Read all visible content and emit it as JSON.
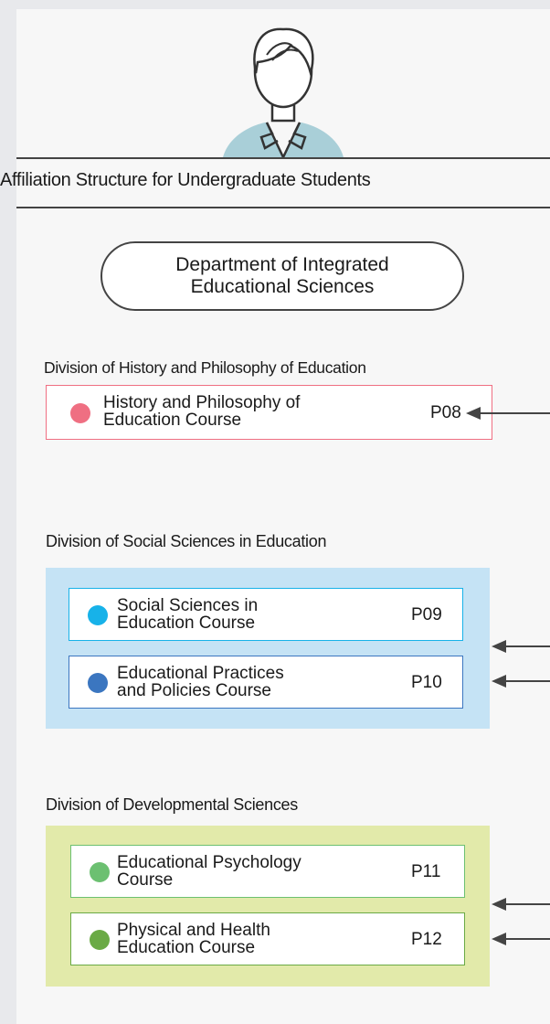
{
  "header": {
    "affiliation_title": "Affiliation Structure for Undergraduate Students"
  },
  "department": {
    "name": "Department of Integrated\nEducational Sciences"
  },
  "divisions": [
    {
      "title": "Division of History and Philosophy of Education",
      "courses": [
        {
          "name": "History and Philosophy of\nEducation Course",
          "page": "P08",
          "color": "#ef6f82"
        }
      ]
    },
    {
      "title": "Division of Social Sciences in Education",
      "background": "#c5e3f5",
      "courses": [
        {
          "name": "Social Sciences in\nEducation Course",
          "page": "P09",
          "color": "#17b2e9"
        },
        {
          "name": "Educational Practices\nand Policies Course",
          "page": "P10",
          "color": "#3b76c0"
        }
      ]
    },
    {
      "title": "Division of Developmental Sciences",
      "background": "#e2eaaa",
      "courses": [
        {
          "name": "Educational Psychology\nCourse",
          "page": "P11",
          "color": "#6cc071"
        },
        {
          "name": "Physical and Health\nEducation Course",
          "page": "P12",
          "color": "#6aaa45"
        }
      ]
    }
  ]
}
